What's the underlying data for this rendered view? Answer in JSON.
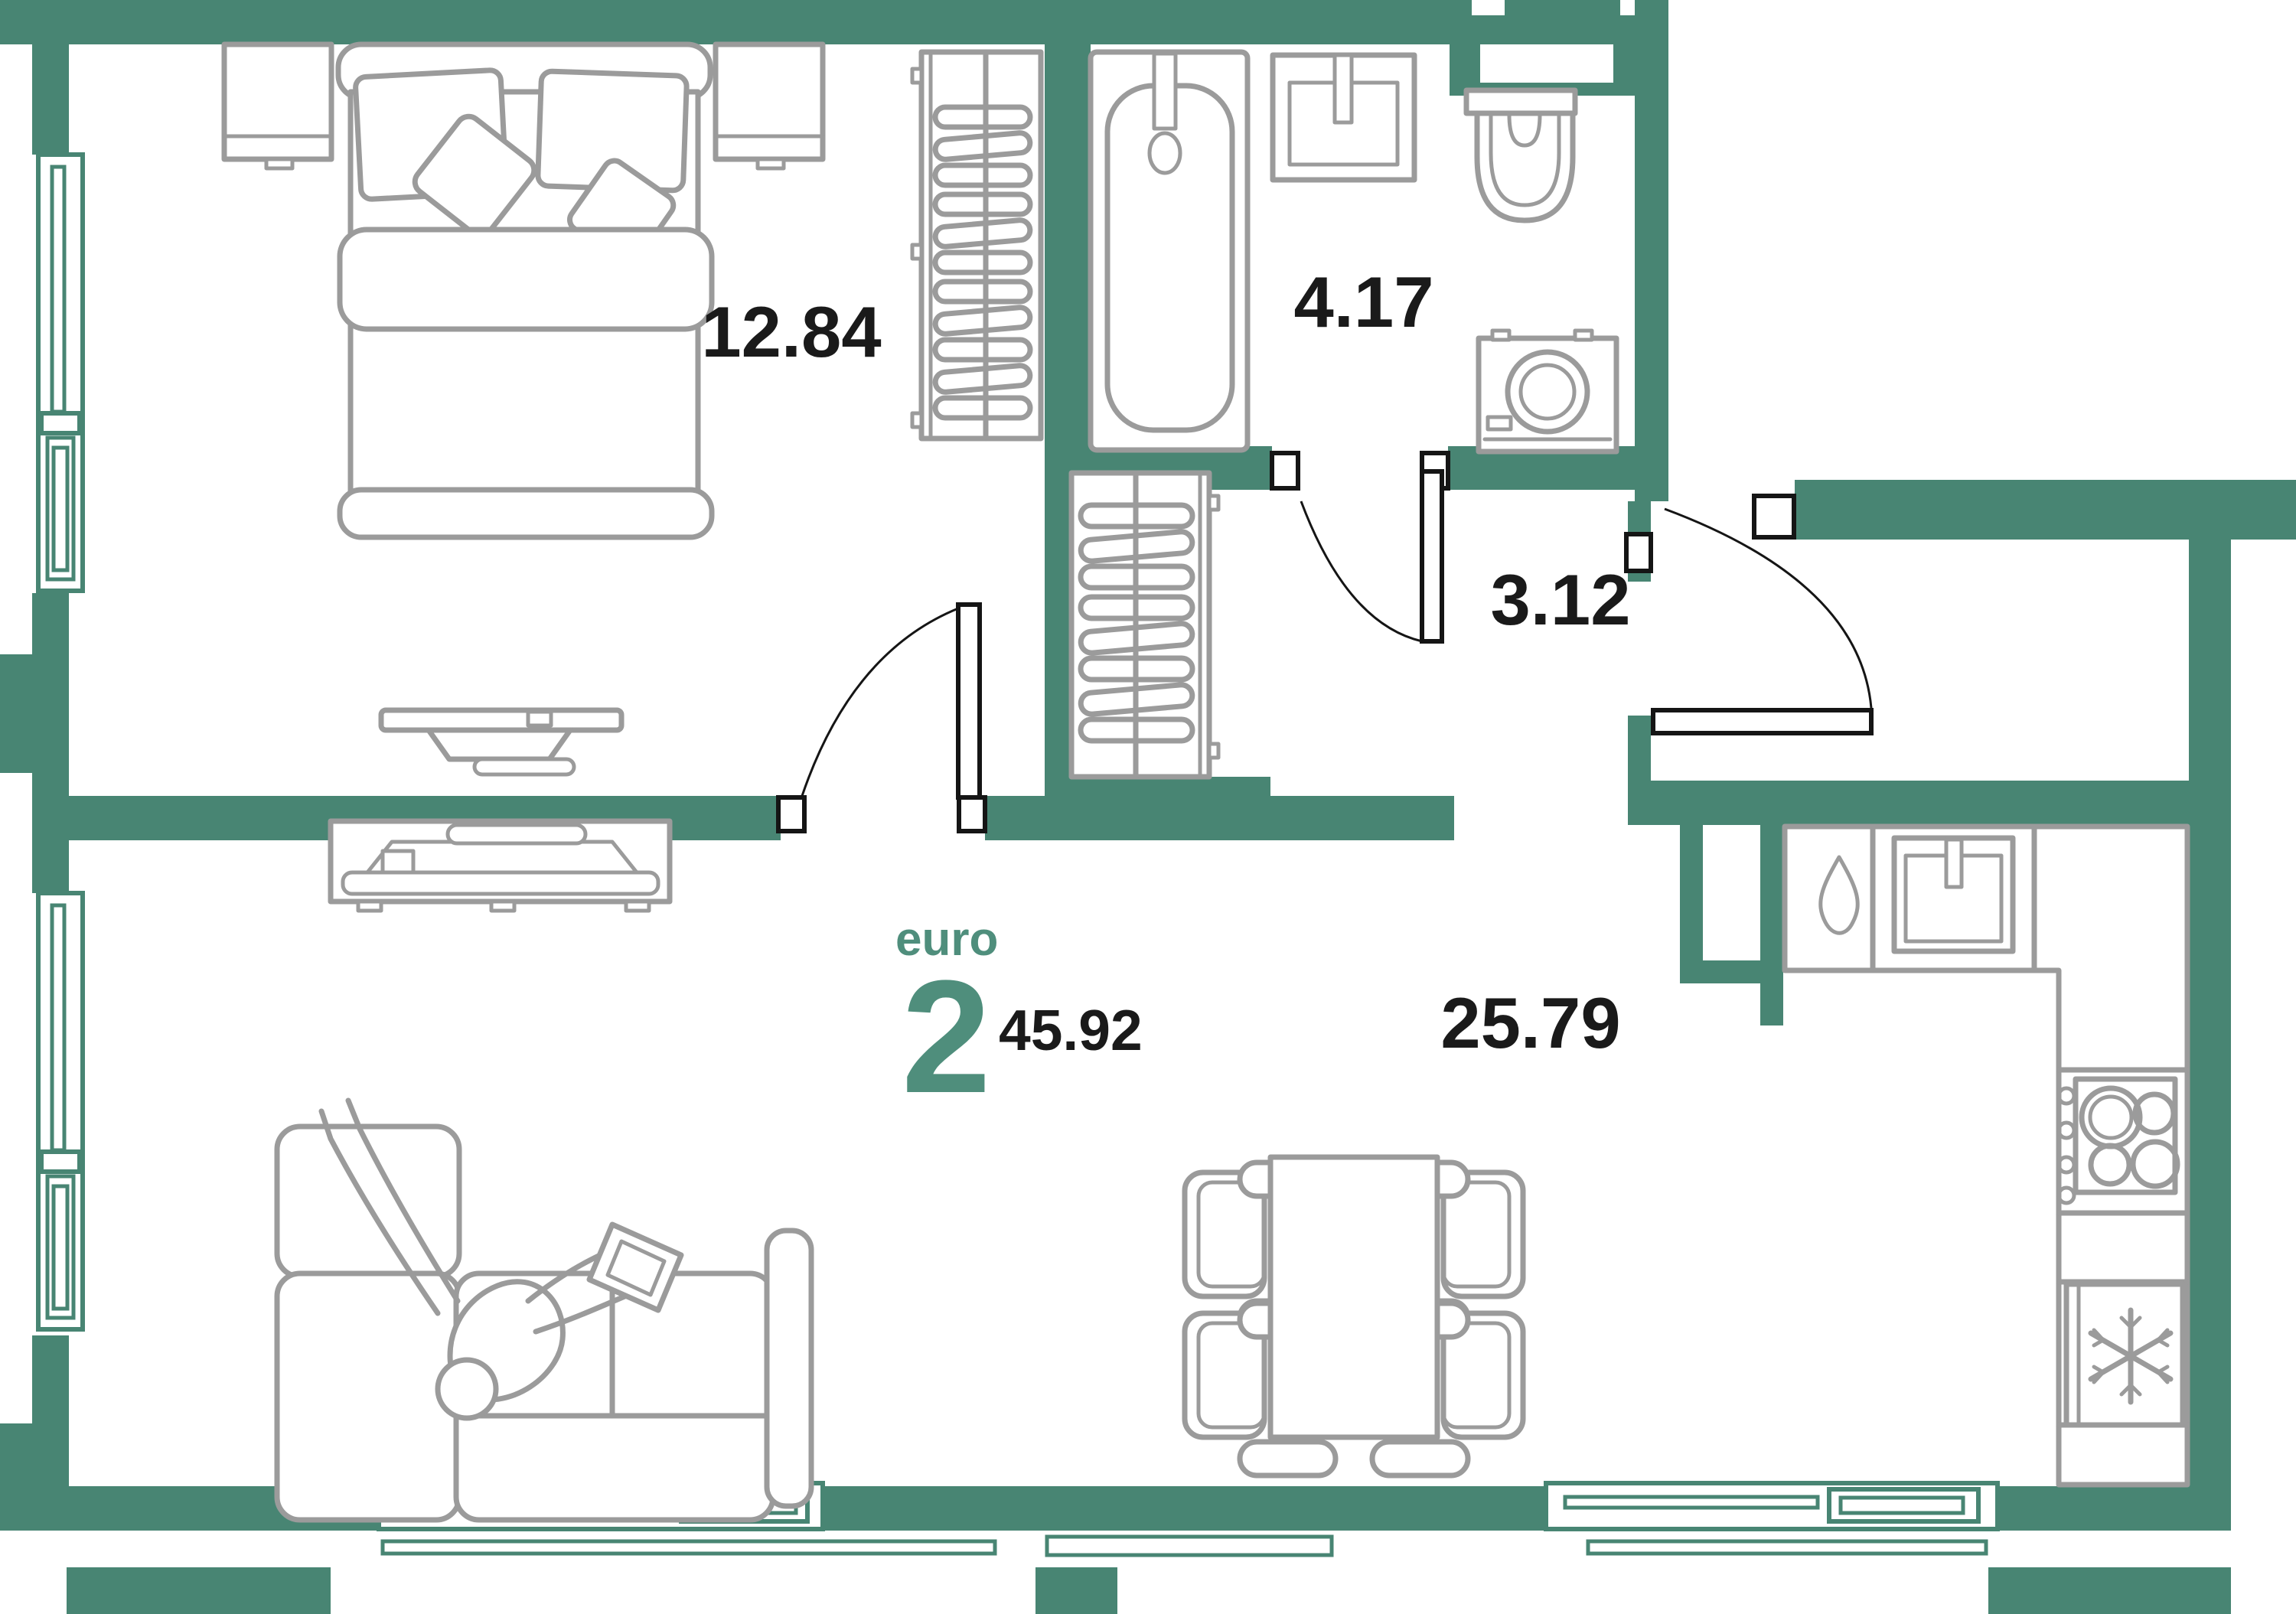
{
  "plan": {
    "type_label": "euro",
    "rooms_count": "2",
    "total_area": "45.92",
    "rooms": [
      {
        "id": "bedroom",
        "area": "12.84"
      },
      {
        "id": "bathroom",
        "area": "4.17"
      },
      {
        "id": "hallway",
        "area": "3.12"
      },
      {
        "id": "kitchen-living",
        "area": "25.79"
      }
    ],
    "colors": {
      "wall": "#488573",
      "accent_text": "#4f8e7c",
      "furniture_line": "#9b9b9b",
      "door_line": "#151515",
      "label_text": "#1a1a1a",
      "background": "#ffffff"
    }
  }
}
